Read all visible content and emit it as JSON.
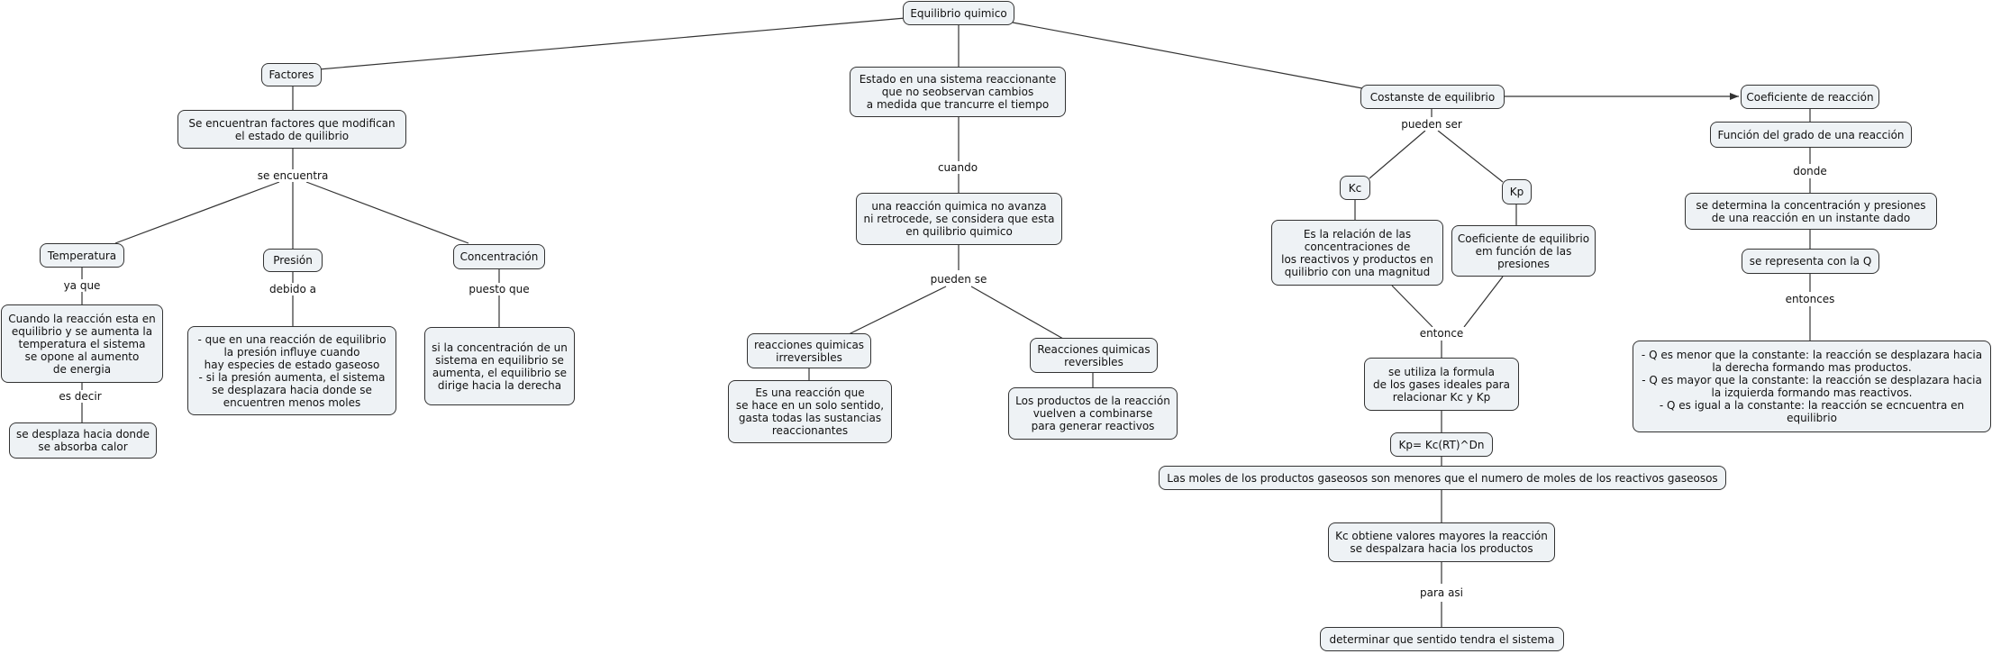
{
  "nodes": {
    "equilibrio_quimico": "Equilibrio quimico",
    "factores": "Factores",
    "factores_desc": "Se encuentran factores que modifican\nel estado de quilibrio",
    "temperatura": "Temperatura",
    "presion": "Presión",
    "concentracion": "Concentración",
    "temp_desc": "Cuando la reacción esta en\nequilibrio y se aumenta la\ntemperatura el sistema\nse opone al aumento\nde energia",
    "temp_result": "se desplaza hacia donde\nse absorba calor",
    "presion_desc": "-  que en una reacción de equilibrio\nla presión influye cuando\nhay especies de estado gaseoso\n- si la presión aumenta, el sistema\nse desplazara hacia donde se\nencuentren menos moles",
    "conc_desc": "si la concentración de un\nsistema en equilibrio se\naumenta, el equilibrio se\ndirige hacia la derecha",
    "estado": "Estado en una sistema reaccionante\nque no seobservan cambios\na medida que trancurre el tiempo",
    "reaccion_no_avanza": "una reacción quimica no avanza\nni retrocede, se considera que esta\nen quilibrio quimico",
    "irreversibles": "reacciones quimicas\nirreversibles",
    "irreversibles_desc": "Es una reacción que\nse hace en un solo sentido,\ngasta todas las sustancias\nreaccionantes",
    "reversibles": "Reacciones quimicas\nreversibles",
    "reversibles_desc": "Los productos de la reacción\nvuelven a combinarse\npara generar reactivos",
    "constante": "Costanste de equilibrio",
    "kc": "Kc",
    "kp": "Kp",
    "kc_desc": "Es la relación de las\nconcentraciones de\nlos reactivos y productos en\nquilibrio con una magnitud",
    "kp_desc": "Coeficiente de equilibrio\nem función de las\npresiones",
    "formula_gases": "se utiliza la formula\nde los gases ideales para\nrelacionar Kc y Kp",
    "kp_formula": "Kp= Kc(RT)^Dn",
    "moles": "Las moles de los productos gaseosos son menores que el numero de moles de los reactivos gaseosos",
    "kc_mayores": "Kc obtiene valores mayores la reacción\nse despalzara hacia los productos",
    "determinar": "determinar que sentido tendra el sistema",
    "coeficiente": "Coeficiente de reacción",
    "funcion": "Función del grado de una reacción",
    "determina_conc": "se determina la concentración  y presiones\nde una reacción en un instante dado",
    "representa_q": "se representa con la Q",
    "q_desc": "- Q es menor que la constante: la reacción se desplazara hacia\nla derecha formando mas productos.\n- Q es mayor que la constante: la reacción se desplazara hacia\nla izquierda formando mas reactivos.\n- Q es igual a la constante: la reacción se ecncuentra en\nequilibrio"
  },
  "link_labels": {
    "se_encuentra": "se encuentra",
    "ya_que": "ya que",
    "es_decir": "es decir",
    "debido_a": "debido a",
    "puesto_que": "puesto que",
    "cuando": "cuando",
    "pueden_se": "pueden se",
    "pueden_ser": "pueden ser",
    "entonce": "entonce",
    "para_asi": "para asi",
    "donde": "donde",
    "entonces": "entonces"
  },
  "colors": {
    "node_fill": "#eef2f5",
    "node_border": "#333333",
    "edge": "#333333"
  }
}
